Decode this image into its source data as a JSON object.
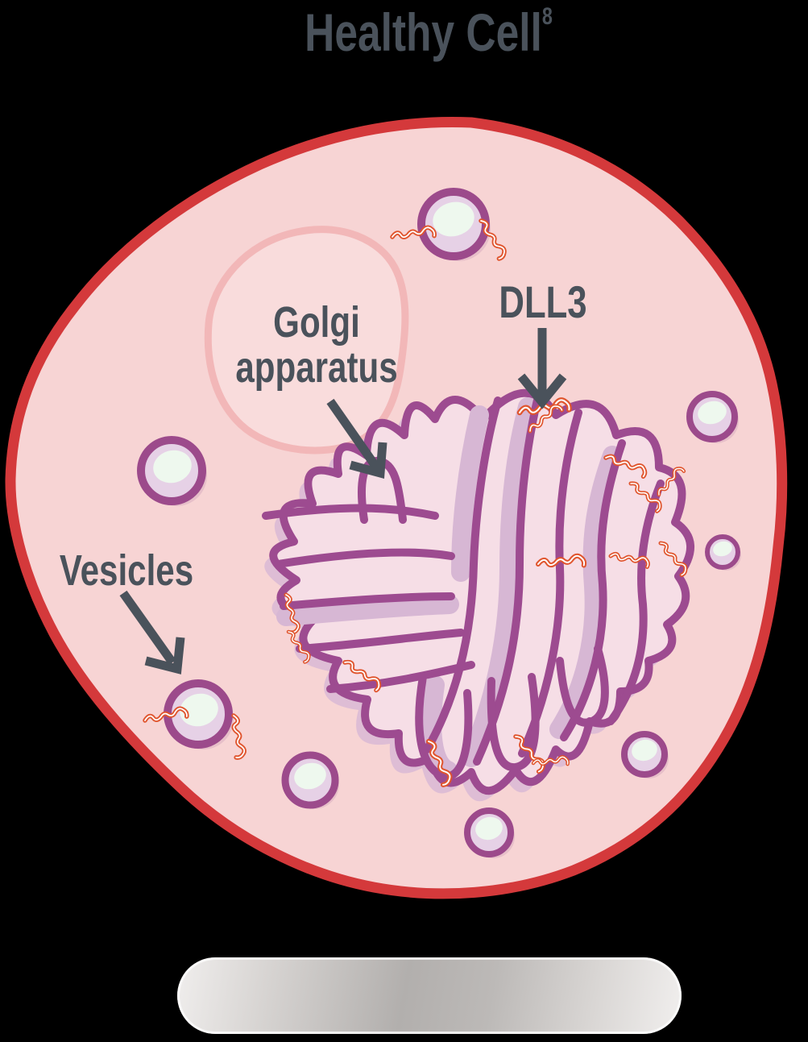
{
  "title": {
    "text": "Healthy Cell",
    "superscript": "8"
  },
  "labels": {
    "golgi": "Golgi apparatus",
    "dll3": "DLL3",
    "vesicles": "Vesicles"
  },
  "figure": {
    "type": "medical-illustration",
    "subject": "Healthy cell with Golgi apparatus, vesicles and DLL3 protein",
    "labeled_structures": [
      "Golgi apparatus",
      "DLL3",
      "Vesicles"
    ],
    "vesicle_count": 8
  },
  "colors": {
    "background": "#000000",
    "membrane_red": "#d4393b",
    "cytoplasm_pink": "#f7d4d4",
    "inner_region_outline": "#f2b7b8",
    "organelle_purple": "#9d4b90",
    "organelle_band_lavender": "#d7b7d4",
    "organelle_fill": "#f6dee6",
    "vesicle_ring": "#9c4a8b",
    "vesicle_fill": "#e6d1e6",
    "vesicle_highlight": "#eef8ee",
    "dll3_orange": "#e0552e",
    "label_gray": "#4a525b"
  }
}
